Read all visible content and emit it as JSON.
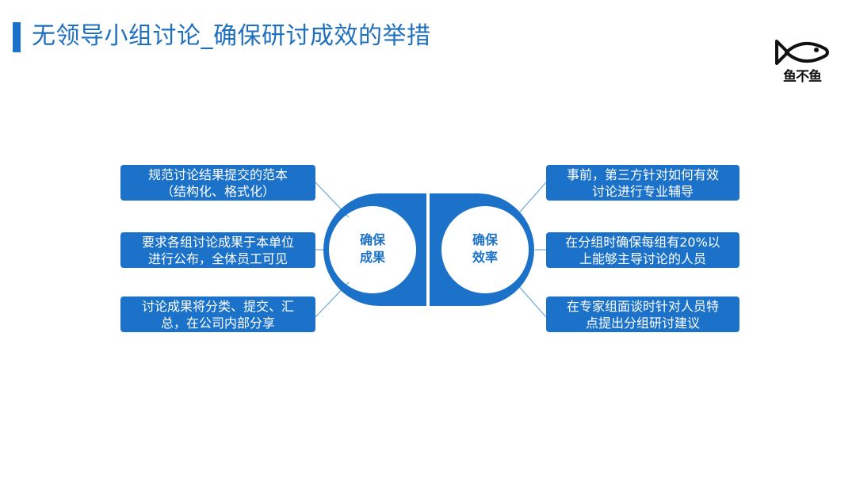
{
  "title": "无领导小组讨论_确保研讨成效的举措",
  "logo": {
    "text": "鱼不鱼",
    "icon": "fish-icon"
  },
  "colors": {
    "primary": "#1b72c8",
    "title": "#1f6fbf",
    "connector": "#6aa7d8"
  },
  "left": {
    "label_line1": "确保",
    "label_line2": "成果",
    "items": [
      {
        "line1": "规范讨论结果提交的范本",
        "line2": "（结构化、格式化）"
      },
      {
        "line1": "要求各组讨论成果于本单位",
        "line2": "进行公布，全体员工可见"
      },
      {
        "line1": "讨论成果将分类、提交、汇",
        "line2": "总，在公司内部分享"
      }
    ]
  },
  "right": {
    "label_line1": "确保",
    "label_line2": "效率",
    "items": [
      {
        "line1": "事前，第三方针对如何有效",
        "line2": "讨论进行专业辅导"
      },
      {
        "line1": "在分组时确保每组有20%以",
        "line2": "上能够主导讨论的人员"
      },
      {
        "line1": "在专家组面谈时针对人员特",
        "line2": "点提出分组研讨建议"
      }
    ]
  }
}
